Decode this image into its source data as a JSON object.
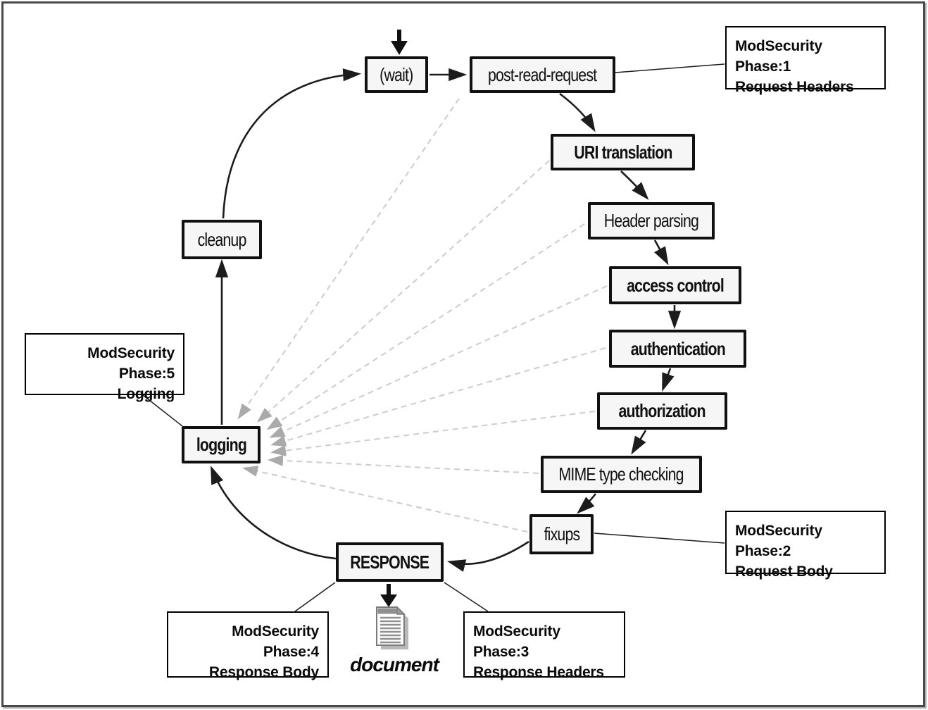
{
  "nodes": {
    "wait": {
      "label": "(wait)"
    },
    "post_read_request": {
      "label": "post-read-request"
    },
    "uri_translation": {
      "label": "URI translation"
    },
    "header_parsing": {
      "label": "Header parsing"
    },
    "access_control": {
      "label": "access control"
    },
    "authentication": {
      "label": "authentication"
    },
    "authorization": {
      "label": "authorization"
    },
    "mime_type_checking": {
      "label": "MIME type checking"
    },
    "fixups": {
      "label": "fixups"
    },
    "response": {
      "label": "RESPONSE"
    },
    "logging": {
      "label": "logging"
    },
    "cleanup": {
      "label": "cleanup"
    },
    "document_caption": {
      "label": "document"
    }
  },
  "annotations": {
    "phase1": {
      "line1": "ModSecurity Phase:1",
      "line2": "Request Headers"
    },
    "phase2": {
      "line1": "ModSecurity Phase:2",
      "line2": "Request Body"
    },
    "phase3": {
      "line1": "ModSecurity Phase:3",
      "line2": "Response Headers"
    },
    "phase4": {
      "line1": "ModSecurity Phase:4",
      "line2": "Response Body"
    },
    "phase5": {
      "line1": "ModSecurity Phase:5",
      "line2": "Logging"
    }
  },
  "edges": {
    "solid_flow": [
      "entry -> (wait)",
      "(wait) -> post-read-request",
      "post-read-request -> URI translation",
      "URI translation -> Header parsing",
      "Header parsing -> access control",
      "access control -> authentication",
      "authentication -> authorization",
      "authorization -> MIME type checking",
      "MIME type checking -> fixups",
      "fixups -> RESPONSE",
      "RESPONSE -> logging",
      "logging -> cleanup",
      "cleanup -> (wait)",
      "RESPONSE -> document"
    ],
    "dashed_to_logging": [
      "post-read-request",
      "URI translation",
      "Header parsing",
      "access control",
      "authentication",
      "authorization",
      "MIME type checking",
      "fixups"
    ],
    "annotation_links": [
      "post-read-request -- ModSecurity Phase:1",
      "fixups -- ModSecurity Phase:2",
      "RESPONSE -- ModSecurity Phase:3",
      "RESPONSE -- ModSecurity Phase:4",
      "logging -- ModSecurity Phase:5"
    ]
  },
  "colors": {
    "node_border": "#111111",
    "node_fill": "#f6f6f6",
    "annotation_border": "#000000",
    "arrow": "#1c1c1c",
    "dashed_line": "#cccccc",
    "dashed_arrowhead": "#aaaaaa",
    "frame_border": "#4a4a4a",
    "background": "#ffffff"
  }
}
